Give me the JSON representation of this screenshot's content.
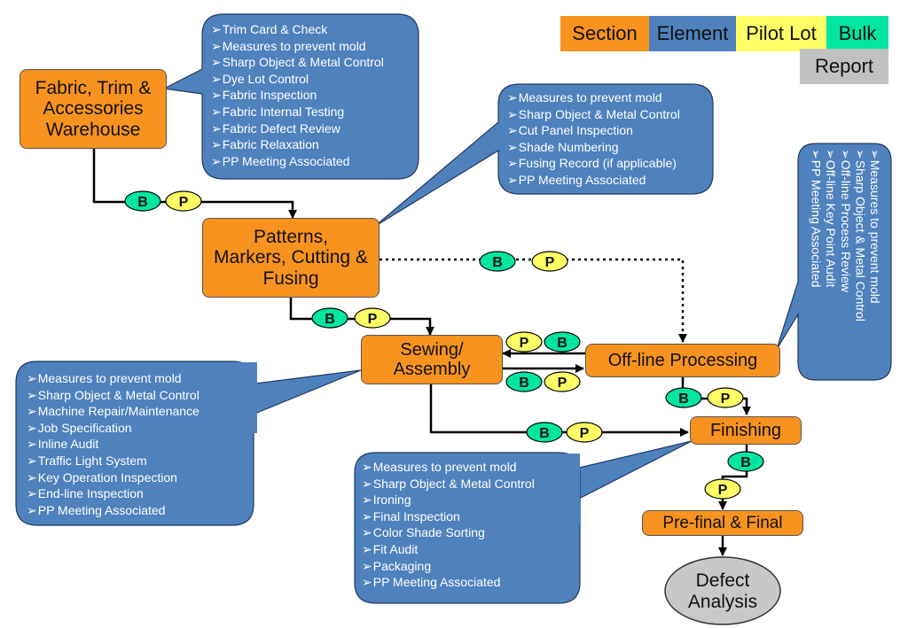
{
  "legend": {
    "section": {
      "label": "Section",
      "color": "#F7931E"
    },
    "element": {
      "label": "Element",
      "color": "#4F81BD"
    },
    "pilot_lot": {
      "label": "Pilot Lot",
      "color": "#FFFF66"
    },
    "bulk": {
      "label": "Bulk",
      "color": "#00E6A0"
    },
    "report": {
      "label": "Report",
      "color": "#C0C0C0"
    }
  },
  "badges": {
    "bulk": "B",
    "pilot": "P"
  },
  "nodes": {
    "warehouse": [
      "Fabric, Trim &",
      "Accessories",
      "Warehouse"
    ],
    "patterns": [
      "Patterns,",
      "Markers, Cutting &",
      "Fusing"
    ],
    "sewing": [
      "Sewing/",
      "Assembly"
    ],
    "offline": "Off-line Processing",
    "finishing": "Finishing",
    "prefinal": "Pre-final & Final",
    "defect": [
      "Defect",
      "Analysis"
    ]
  },
  "callouts": {
    "warehouse": [
      "Trim Card & Check",
      "Measures to prevent mold",
      "Sharp Object & Metal Control",
      "Dye Lot Control",
      "Fabric Inspection",
      "Fabric Internal Testing",
      "Fabric Defect Review",
      "Fabric Relaxation",
      "PP Meeting Associated"
    ],
    "cutting": [
      "Measures to prevent mold",
      "Sharp Object & Metal Control",
      "Cut Panel Inspection",
      "Shade Numbering",
      "Fusing Record (if applicable)",
      "PP Meeting Associated"
    ],
    "offline": [
      "Measures to prevent mold",
      "Sharp Object & Metal Control",
      "Off-line Process Review",
      "Off-line Key Point Audit",
      "PP Meeting Associated"
    ],
    "sewing": [
      "Measures to prevent mold",
      "Sharp Object & Metal Control",
      "Machine Repair/Maintenance",
      "Job Specification",
      "Inline Audit",
      "Traffic Light System",
      "Key Operation Inspection",
      "End-line Inspection",
      "PP Meeting Associated"
    ],
    "finishing": [
      "Measures to prevent mold",
      "Sharp Object & Metal Control",
      "Ironing",
      "Final Inspection",
      "Color Shade Sorting",
      "Fit Audit",
      "Packaging",
      "PP Meeting Associated"
    ]
  }
}
